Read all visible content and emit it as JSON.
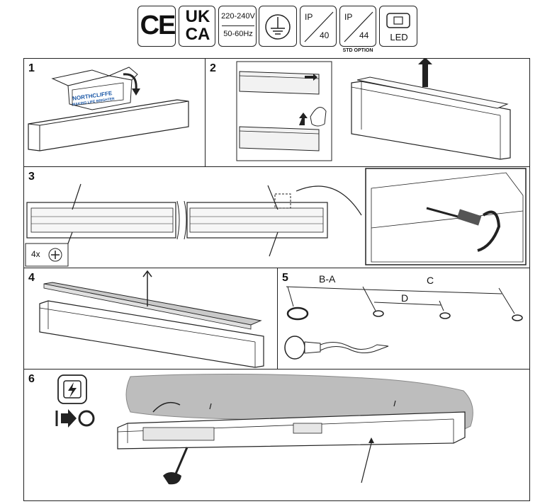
{
  "certifications": {
    "ce": "CE",
    "ukca_top": "UK",
    "ukca_bottom": "CA",
    "voltage": "220-240V",
    "frequency": "50-60Hz",
    "ip40_top": "IP",
    "ip40_bottom": "40",
    "ip44_top": "IP",
    "ip44_bottom": "44",
    "led": "LED",
    "std_option": "STD OPTION"
  },
  "steps": {
    "s1": "1",
    "s2": "2",
    "s3": "3",
    "s4": "4",
    "s5": "5",
    "s6": "6"
  },
  "box_brand": "NORTHCLIFFE",
  "box_tagline": "MAKING LIFE BRIGHTER",
  "screw_count": "4x",
  "measure": {
    "ba": "B-A",
    "c": "C",
    "d": "D"
  },
  "icons": {
    "ground": "ground-symbol-icon",
    "led": "led-module-icon",
    "switch": "power-switch-icon",
    "screwdriver": "screwdriver-icon",
    "drill": "drill-bit-icon"
  }
}
